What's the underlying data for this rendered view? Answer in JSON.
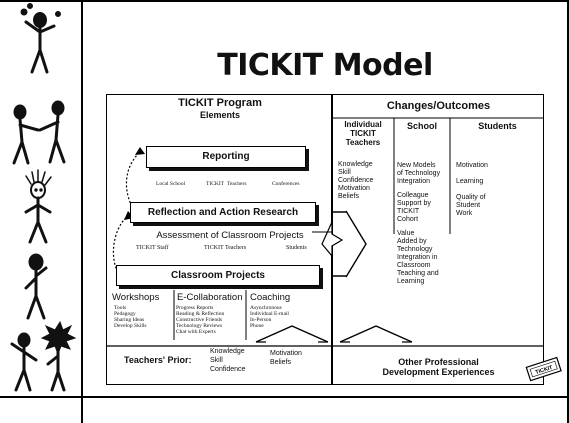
{
  "slide": {
    "title": "TICKIT Model"
  },
  "program": {
    "header_line1": "TICKIT Program",
    "header_line2": "Elements",
    "reporting": "Reporting",
    "reporting_sub": [
      "Local School",
      "TICKIT",
      "Teachers",
      "Conferences"
    ],
    "reflection": "Reflection and Action Research",
    "assessment": "Assessment of Classroom Projects",
    "assessment_sub": [
      "TICKIT Staff",
      "TICKIT Teachers",
      "Students"
    ],
    "classroom": "Classroom Projects",
    "columns": {
      "workshops": {
        "title": "Workshops",
        "items": [
          "Tools",
          "Pedagogy",
          "Sharing Ideas",
          "Develop Skills"
        ]
      },
      "ecollab": {
        "title": "E-Collaboration",
        "items": [
          "Progress Reports",
          "Reading & Reflection",
          "Constructive Friends",
          "Technology Reviews",
          "Chat with Experts"
        ]
      },
      "coaching": {
        "title": "Coaching",
        "items": [
          "Asynchronous",
          "Individual E-mail",
          "In-Person",
          "Phone"
        ]
      }
    },
    "prior_label": "Teachers' Prior:",
    "prior_col1": [
      "Knowledge",
      "Skill",
      "Confidence"
    ],
    "prior_col2": [
      "Motivation",
      "Beliefs"
    ]
  },
  "outcomes": {
    "header": "Changes/Outcomes",
    "col_teachers": {
      "title": [
        "Individual",
        "TICKIT",
        "Teachers"
      ],
      "items": [
        "Knowledge",
        "Skill",
        "Confidence",
        "Motivation",
        "Beliefs"
      ]
    },
    "col_school": {
      "title": "School",
      "items": [
        "New Models",
        "of Technology",
        "Integration",
        "",
        "Colleague",
        "Support by",
        "TICKIT",
        "Cohort",
        "",
        "Value",
        "Added by",
        "Technology",
        "Integration in",
        "Classroom",
        "Teaching and",
        "Learning"
      ]
    },
    "col_students": {
      "title": "Students",
      "items": [
        "Motivation",
        "",
        "Learning",
        "",
        "Quality of",
        "Student",
        "Work"
      ]
    },
    "other_pd": [
      "Other Professional",
      "Development Experiences"
    ]
  },
  "ticket_logo": "TICKIT"
}
